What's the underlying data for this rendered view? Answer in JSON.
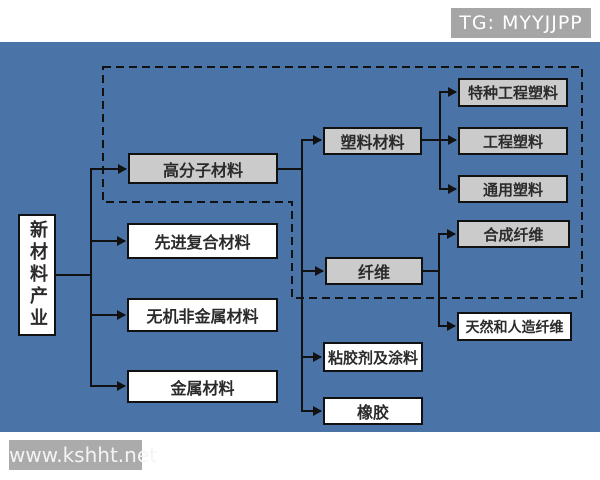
{
  "watermarks": {
    "tg_badge": "TG: MYYJJPP",
    "site": "www.kshht.net"
  },
  "colors": {
    "background_blue": "#4a73a8",
    "node_gray": "#cbcbcb",
    "node_white": "#ffffff",
    "line_black": "#111111",
    "badge_gray": "#a6a6a6",
    "watermark_gray": "#ababab"
  },
  "diagram": {
    "root": {
      "label": "新材料产业"
    },
    "level1": [
      {
        "label": "高分子材料"
      },
      {
        "label": "先进复合材料"
      },
      {
        "label": "无机非金属材料"
      },
      {
        "label": "金属材料"
      }
    ],
    "polymer_children": [
      {
        "label": "塑料材料"
      },
      {
        "label": "纤维"
      },
      {
        "label": "粘胶剂及涂料"
      },
      {
        "label": "橡胶"
      }
    ],
    "plastic_children": [
      {
        "label": "特种工程塑料"
      },
      {
        "label": "工程塑料"
      },
      {
        "label": "通用塑料"
      }
    ],
    "fiber_children": [
      {
        "label": "合成纤维"
      },
      {
        "label": "天然和人造纤维"
      }
    ]
  }
}
